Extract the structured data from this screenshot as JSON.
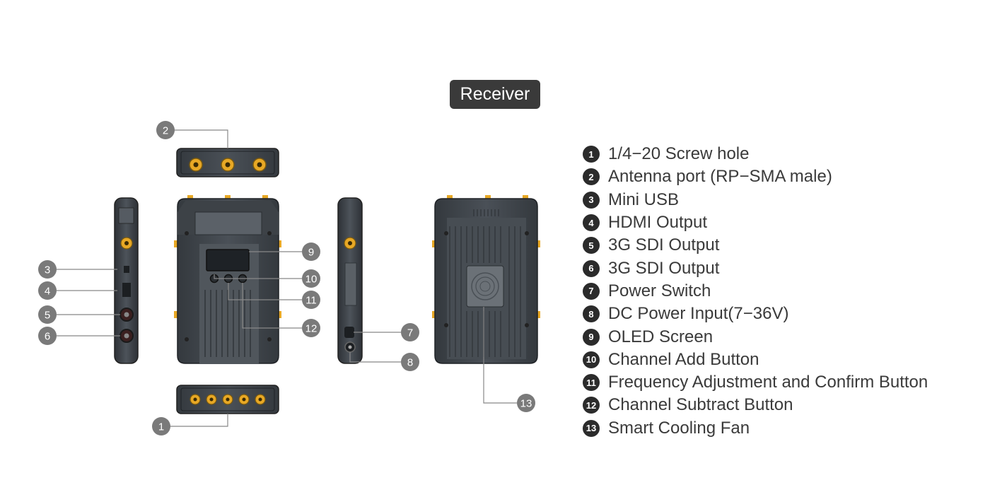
{
  "title": "Receiver",
  "legend": [
    {
      "num": "1",
      "label": "1/4−20 Screw hole"
    },
    {
      "num": "2",
      "label": "Antenna port (RP−SMA male)"
    },
    {
      "num": "3",
      "label": "Mini USB"
    },
    {
      "num": "4",
      "label": "HDMI Output"
    },
    {
      "num": "5",
      "label": "3G SDI Output"
    },
    {
      "num": "6",
      "label": "3G SDI Output"
    },
    {
      "num": "7",
      "label": "Power Switch"
    },
    {
      "num": "8",
      "label": "DC Power Input(7−36V)"
    },
    {
      "num": "9",
      "label": "OLED Screen"
    },
    {
      "num": "10",
      "label": "Channel Add Button"
    },
    {
      "num": "11",
      "label": "Frequency Adjustment and Confirm Button"
    },
    {
      "num": "12",
      "label": "Channel Subtract Button"
    },
    {
      "num": "13",
      "label": "Smart Cooling Fan"
    }
  ],
  "callouts": [
    "1",
    "2",
    "3",
    "4",
    "5",
    "6",
    "7",
    "8",
    "9",
    "10",
    "11",
    "12",
    "13"
  ],
  "colors": {
    "body": "#444a50",
    "body_dark": "#2f3338",
    "antenna": "#e8a825",
    "callout": "#7a7a7a",
    "badge": "#3a3a3a"
  }
}
